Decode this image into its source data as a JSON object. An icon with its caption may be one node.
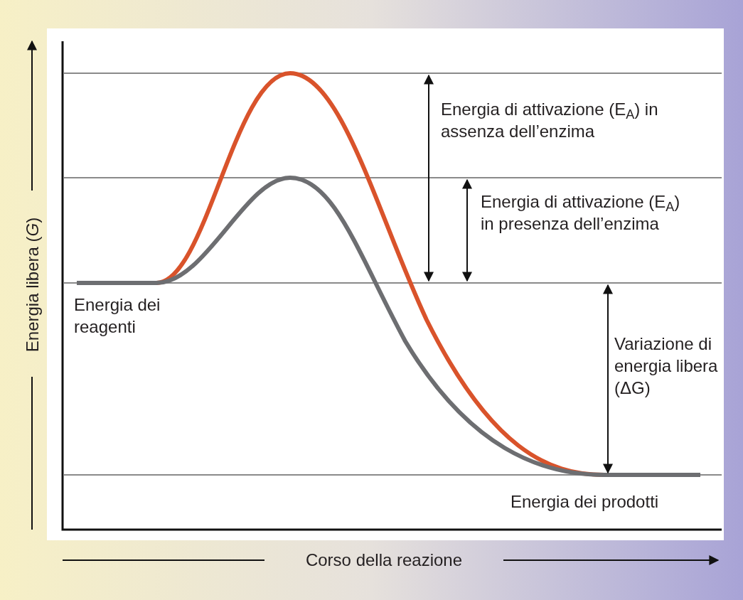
{
  "diagram": {
    "labels": [
      "Energia di attivazione (E$_{A}$) in assenza dell’enzima",
      "Energia di attivazione (E$_{A}$) in presenza dell’enzima",
      "Energia dei reagenti",
      "Variazione di energia libera (ΔG)",
      "Energia dei prodotti",
      "Energia libera (*G*)",
      "Corso della reazione"
    ]
  }
}
